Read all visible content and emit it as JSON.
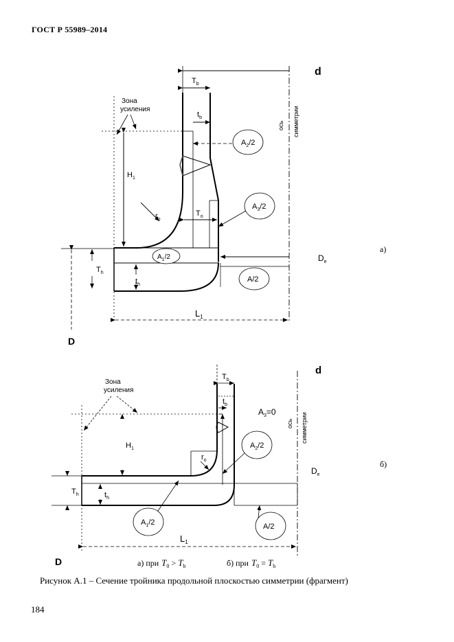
{
  "header": {
    "code": "ГОСТ Р 55989–2014"
  },
  "figure_a": {
    "d": "d",
    "Tb": "T",
    "Tb_sub": "b",
    "zone_line1": "Зона",
    "zone_line2": "усиления",
    "tb": "t",
    "tb_sub": "b",
    "axis_line1": "ось",
    "axis_line2": "симметрии",
    "A2": "A",
    "A2_sub": "2",
    "A2_rest": "/2",
    "H1": "H",
    "H1_sub": "1",
    "A3": "A",
    "A3_sub": "3",
    "A3_rest": "/2",
    "r0": "r",
    "r0_sub": "o",
    "To": "T",
    "To_sub": "o",
    "A1": "A",
    "A1_sub": "1",
    "A1_rest": "/2",
    "De": "D",
    "De_sub": "e",
    "Th": "T",
    "Th_sub": "h",
    "th": "t",
    "th_sub": "h",
    "A_half": "A/2",
    "L1": "L",
    "L1_sub": "1",
    "D": "D",
    "label": "а)"
  },
  "figure_b": {
    "d": "d",
    "Tb": "T",
    "Tb_sub": "b",
    "zone_line1": "Зона",
    "zone_line2": "усиления",
    "tb": "t",
    "tb_sub": "b",
    "A3_eq": "A",
    "A3_eq_sub": "3",
    "A3_eq_rest": "=0",
    "axis_line1": "ось",
    "axis_line2": "симметрии",
    "H1": "H",
    "H1_sub": "1",
    "A2": "A",
    "A2_sub": "2",
    "A2_rest": "/2",
    "r0": "r",
    "r0_sub": "o",
    "De": "D",
    "De_sub": "e",
    "Th": "T",
    "Th_sub": "h",
    "th": "t",
    "th_sub": "h",
    "A1": "A",
    "A1_sub": "1",
    "A1_rest": "/2",
    "A_half": "A/2",
    "L1": "L",
    "L1_sub": "1",
    "D": "D",
    "label": "б)"
  },
  "conditions": {
    "a_prefix": "а) при",
    "a_T0": "T",
    "a_T0_sub": "0",
    "a_op": " > ",
    "a_Tb": "T",
    "a_Tb_sub": "b",
    "b_prefix": "б) при",
    "b_T0": "T",
    "b_T0_sub": "0",
    "b_op": " = ",
    "b_Tb": "T",
    "b_Tb_sub": "b"
  },
  "caption": "Рисунок А.1 – Сечение тройника продольной плоскостью симметрии (фрагмент)",
  "page_number": "184"
}
